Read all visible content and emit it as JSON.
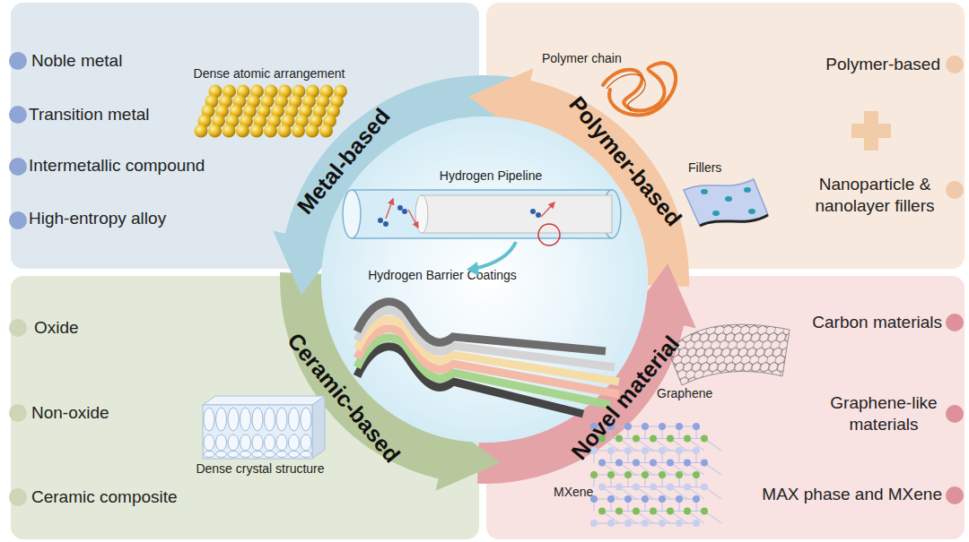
{
  "diagram": {
    "nodes": [
      {
        "text": [
          "Noble metal",
          "Transition metal",
          "Intermetallic compound",
          "High-entropy alloy",
          "Dense atomic arrangement"
        ]
      },
      {
        "text": [
          "Polymer chain",
          "Polymer-based",
          "Fillers",
          "Nanoparticle & nanolayer fillers"
        ]
      },
      {
        "text": [
          "Oxide",
          "Non-oxide",
          "Dense crystal structure",
          "Ceramic composite"
        ]
      },
      {
        "text": [
          "Carbon materials",
          "Graphene",
          "Graphene-like materials",
          "MXene",
          "MAX phase and MXene"
        ]
      },
      {
        "text": [
          "Hydrogen Pipeline",
          "Hydrogen Barrier Coatings"
        ]
      },
      {
        "text": [
          "Metal-based"
        ]
      },
      {
        "text": [
          "Polymer-based"
        ]
      },
      {
        "text": [
          "Ceramic-based"
        ]
      },
      {
        "text": [
          "Novel material"
        ]
      }
    ]
  }
}
